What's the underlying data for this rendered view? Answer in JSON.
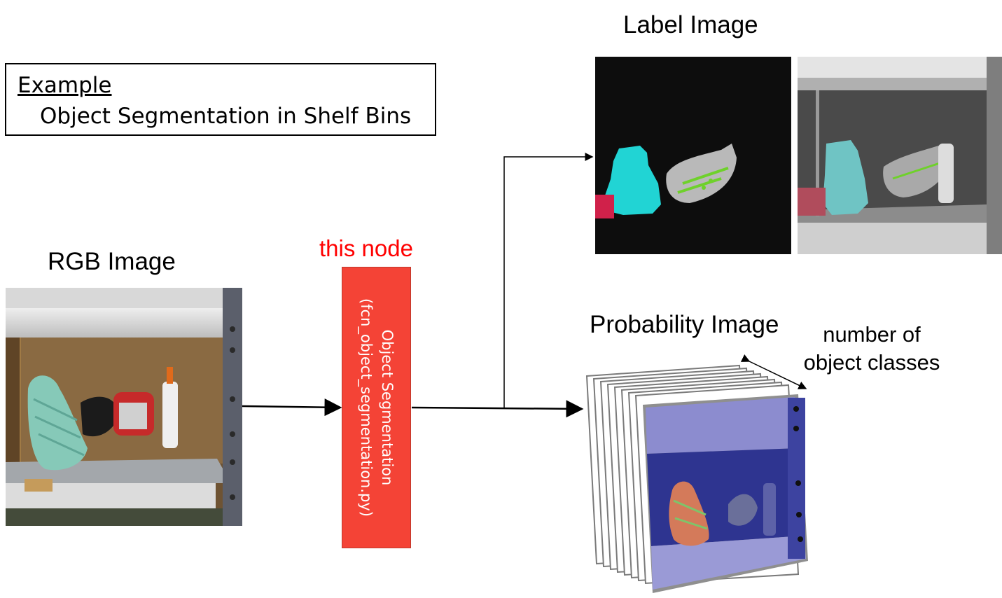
{
  "example": {
    "heading": "Example",
    "description": "Object Segmentation in Shelf Bins"
  },
  "rgb": {
    "title": "RGB Image"
  },
  "node": {
    "tag": "this node",
    "line1": "Object Segmentation",
    "line2": "(fcn_object_segmentation.py)"
  },
  "label": {
    "title": "Label Image"
  },
  "probability": {
    "title": "Probability Image",
    "classes_line1": "number of",
    "classes_line2": "object classes"
  },
  "colors": {
    "node_fill": "#f44336",
    "node_tag": "#ff0000",
    "label_bg": "#0d0d0d",
    "prob_tint": "#3b3fa8",
    "towel": "#21d4d4",
    "can": "#b9b9b9",
    "shelf_brown": "#7a5a32"
  }
}
